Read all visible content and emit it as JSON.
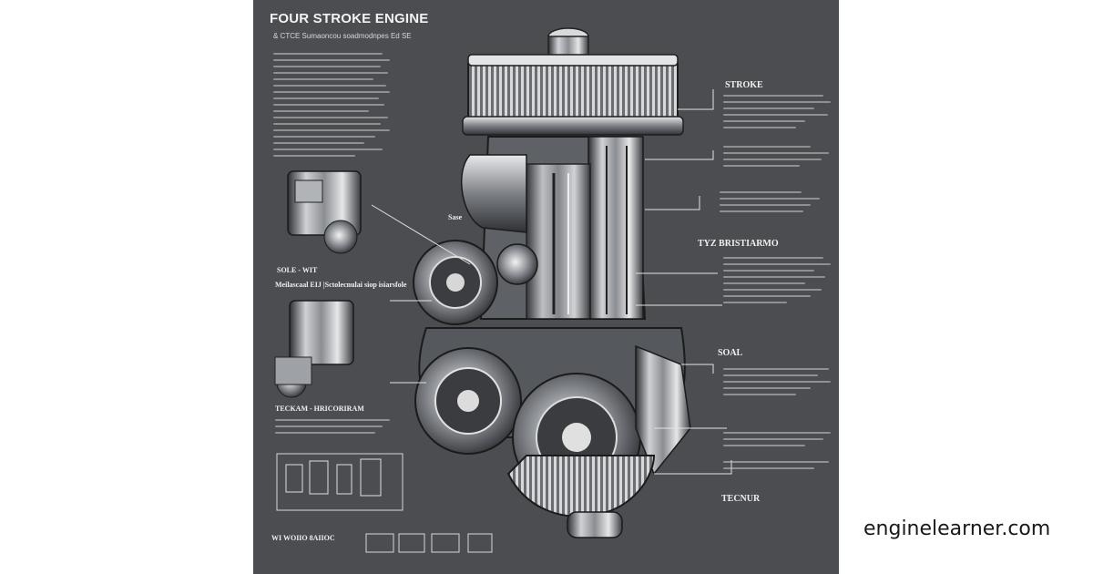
{
  "poster": {
    "title": "FOUR STROKE ENGINE",
    "subtitle": "& CTCE Sumaoncou soadmodnpes Ed SE",
    "labels": {
      "stroke": "STROKE",
      "tyz": "TYZ BRISTIARMO",
      "soal": "SOAL",
      "tecnur": "TECNUR",
      "left_a": "SOLE - WIT",
      "left_b": "Meilascaal EIJ |Sctolecnulai siop isiarsfole",
      "left_c": "TECKAM - HRICORIRAM",
      "bottom_left": "WI WOIIO 8AIIOC",
      "center": "Sase"
    }
  },
  "watermark": "enginelearner.com"
}
